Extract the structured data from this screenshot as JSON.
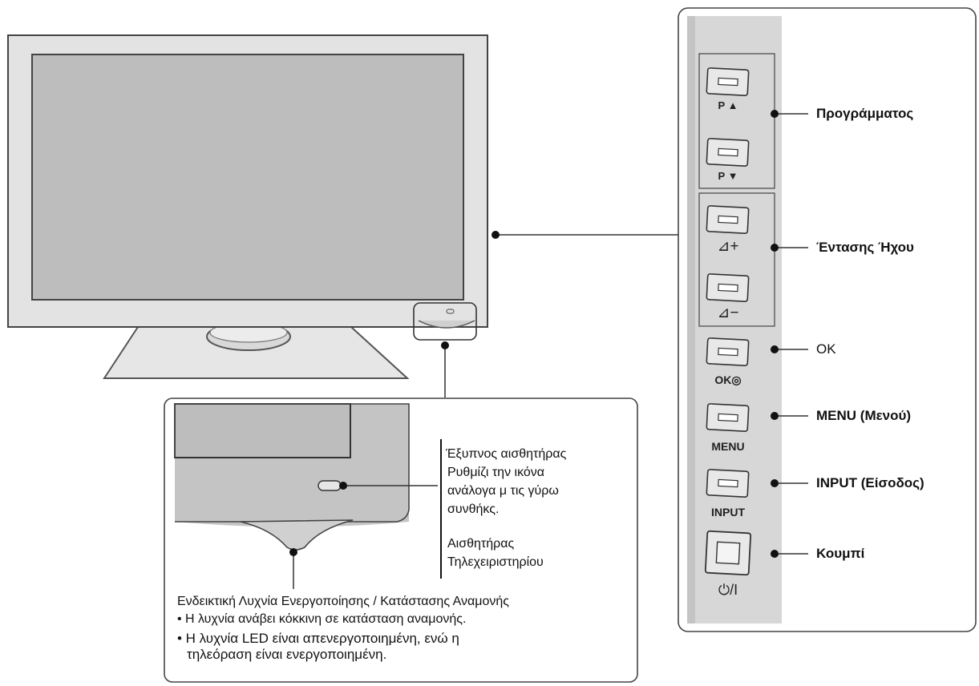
{
  "controls": {
    "prog_up_label": "P ▲",
    "prog_down_label": "P ▼",
    "vol_up_label": "⊿+",
    "vol_down_label": "⊿−",
    "ok_label": "OK◎",
    "menu_label": "MENU",
    "input_label": "INPUT",
    "power_label": "⏻/I"
  },
  "callouts": {
    "programs": "Προγράμματος",
    "volume": "Έντασης Ήχου",
    "ok": "OK",
    "menu": "MENU (Μενού)",
    "input": "INPUT (Είσοδος)",
    "power": "Κουμπί"
  },
  "detail": {
    "sensor_title": "Έξυπνος αισθητήρας",
    "sensor_line1": "Ρυθμίζι την ικόνα",
    "sensor_line2": "ανάλογα μ τις γύρω",
    "sensor_line3": "συνθήκς.",
    "remote_line1": "Αισθητήρας",
    "remote_line2": "Τηλεχειριστηρίου",
    "led_title": "Ενδεικτική Λυχνία Ενεργοποίησης / Κατάστασης Αναμονής",
    "led_bullet1": "• Η λυχνία ανάβει κόκκινη σε κατάσταση αναμονής.",
    "led_bullet2a": "• Η λυχνία LED είναι απενεργοποιημένη, ενώ η",
    "led_bullet2b": "τηλεόραση είναι ενεργοποιημένη."
  }
}
